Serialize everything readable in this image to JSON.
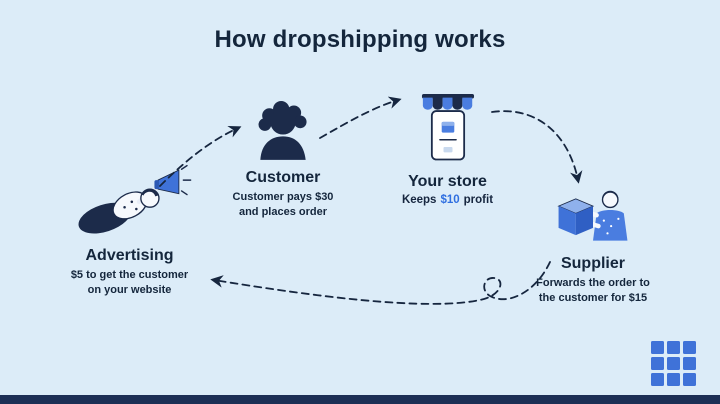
{
  "title": "How dropshipping works",
  "nodes": {
    "advertising": {
      "label": "Advertising",
      "description": "$5 to get the customer\non your website"
    },
    "customer": {
      "label": "Customer",
      "description": "Customer pays $30\nand places order"
    },
    "store": {
      "label": "Your store",
      "description_prefix": "Keeps",
      "description_highlight": "$10",
      "description_suffix": "profit"
    },
    "supplier": {
      "label": "Supplier",
      "description": "Forwards the order to\nthe customer for $15"
    }
  },
  "icons": {
    "advertising": "megaphone-person-icon",
    "customer": "customer-silhouette-icon",
    "store": "storefront-icon",
    "supplier": "supplier-box-icon",
    "brand": "grid-logo"
  },
  "colors": {
    "background": "#dcecf8",
    "ink": "#16263f",
    "accent_blue": "#2f6fe0",
    "icon_blue": "#4a7de0",
    "logo_blue": "#3f72d8",
    "footer_bar": "#1c2f55"
  }
}
